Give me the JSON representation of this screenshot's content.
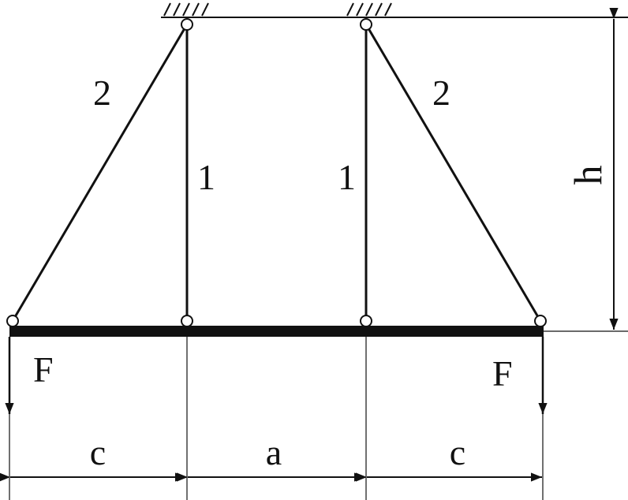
{
  "diagram": {
    "labels": {
      "rod_left_outer": "2",
      "rod_right_outer": "2",
      "rod_left_inner": "1",
      "rod_right_inner": "1",
      "height": "h",
      "force_left": "F",
      "force_right": "F",
      "dim_left": "c",
      "dim_middle": "a",
      "dim_right": "c"
    },
    "colors": {
      "ink": "#111111",
      "background": "#ffffff"
    }
  }
}
